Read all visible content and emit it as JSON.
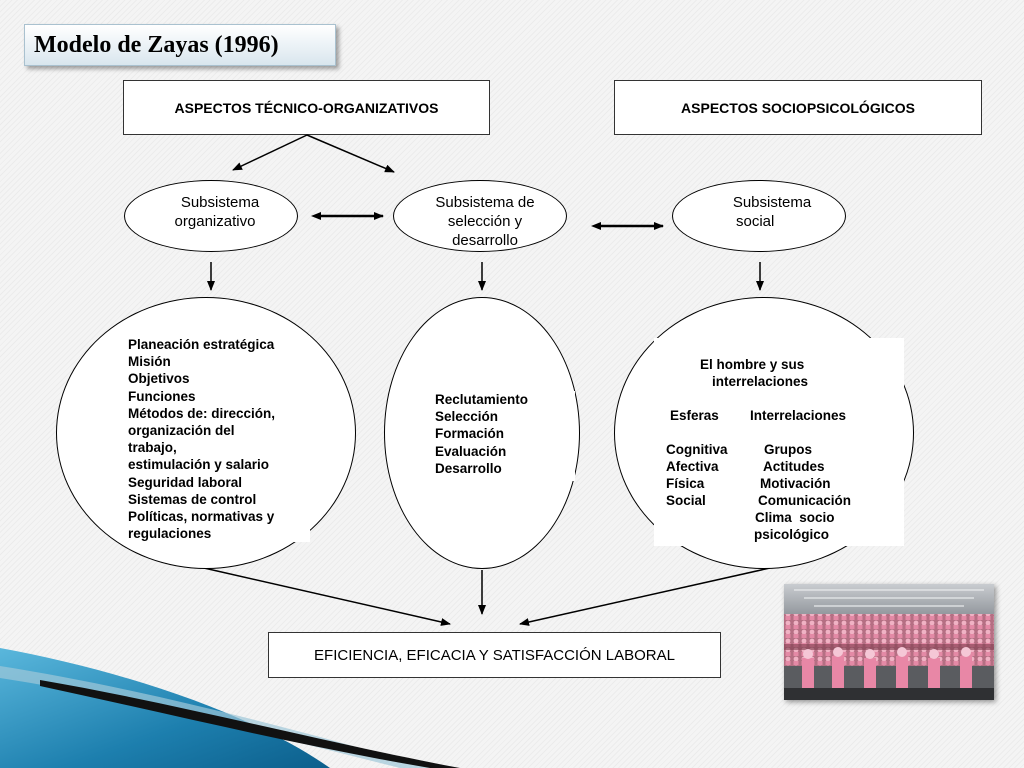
{
  "slide": {
    "title": "Modelo de Zayas (1996)"
  },
  "headers": {
    "left": "ASPECTOS TÉCNICO-ORGANIZATIVOS",
    "right": "ASPECTOS SOCIOPSICOLÓGICOS"
  },
  "subsystems": {
    "organizational": [
      "Subsistema",
      "organizativo"
    ],
    "selection": [
      "Subsistema de",
      "selección y",
      "desarrollo"
    ],
    "social": [
      "Subsistema",
      "social"
    ]
  },
  "details": {
    "organizational": [
      "Planeación estratégica",
      "Misión",
      "Objetivos",
      "Funciones",
      "Métodos de: dirección,",
      "organización del",
      "trabajo,",
      "estimulación y salario",
      "Seguridad laboral",
      "Sistemas de control",
      "Políticas, normativas y",
      "regulaciones"
    ],
    "selection": [
      "Reclutamiento",
      "Selección",
      "Formación",
      "Evaluación",
      "Desarrollo"
    ],
    "social": {
      "heading": [
        "El hombre y sus",
        "interrelaciones"
      ],
      "columns": [
        "Esferas",
        "Interrelaciones"
      ],
      "spheres": [
        "Cognitiva",
        "Afectiva",
        "Física",
        "Social"
      ],
      "interrelations": [
        "Grupos",
        "Actitudes",
        "Motivación",
        "Comunicación",
        "Clima  socio",
        "psicológico"
      ]
    }
  },
  "result": "EFICIENCIA, EFICACIA Y SATISFACCIÓN LABORAL",
  "colors": {
    "accent_blue": "#2a8cb8",
    "title_box": "#d9e6ee"
  }
}
